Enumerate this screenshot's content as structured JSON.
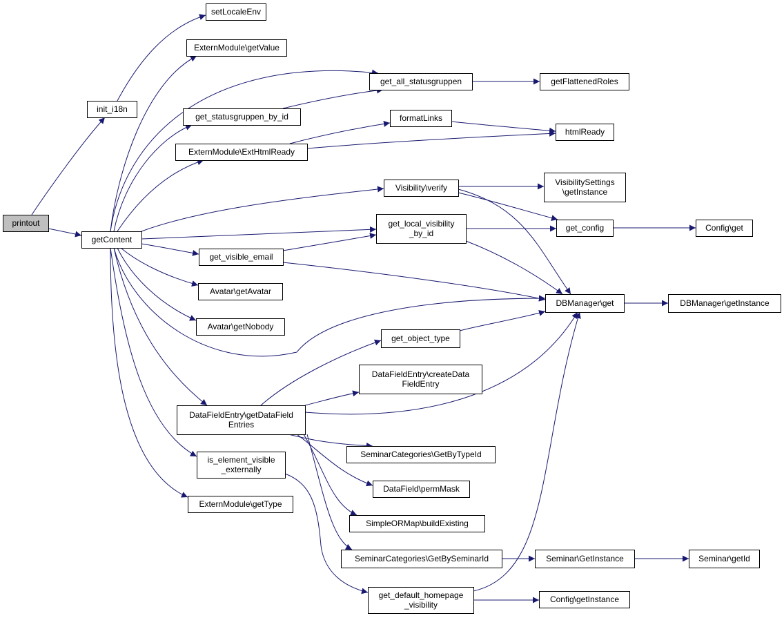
{
  "graph": {
    "type": "call-graph",
    "colors": {
      "edge": "#191970",
      "node_fill": "#ffffff",
      "root_fill": "#bfbfbf",
      "node_stroke": "#000000"
    },
    "nodes": [
      {
        "id": "printout",
        "lines": [
          "printout"
        ],
        "root": true
      },
      {
        "id": "getContent",
        "lines": [
          "getContent"
        ]
      },
      {
        "id": "init_i18n",
        "lines": [
          "init_i18n"
        ]
      },
      {
        "id": "setLocaleEnv",
        "lines": [
          "setLocaleEnv"
        ]
      },
      {
        "id": "ext_getValue",
        "lines": [
          "ExternModule\\getValue"
        ]
      },
      {
        "id": "get_all_statusgruppen",
        "lines": [
          "get_all_statusgruppen"
        ]
      },
      {
        "id": "getFlattenedRoles",
        "lines": [
          "getFlattenedRoles"
        ]
      },
      {
        "id": "get_statusgruppen_by_id",
        "lines": [
          "get_statusgruppen_by_id"
        ]
      },
      {
        "id": "formatLinks",
        "lines": [
          "formatLinks"
        ]
      },
      {
        "id": "htmlReady",
        "lines": [
          "htmlReady"
        ]
      },
      {
        "id": "ext_ExtHtmlReady",
        "lines": [
          "ExternModule\\ExtHtmlReady"
        ]
      },
      {
        "id": "vis_verify",
        "lines": [
          "Visibility\\verify"
        ]
      },
      {
        "id": "visSettings_getInstance",
        "lines": [
          "VisibilitySettings",
          "\\getInstance"
        ]
      },
      {
        "id": "get_local_visibility_by_id",
        "lines": [
          "get_local_visibility",
          "_by_id"
        ]
      },
      {
        "id": "get_config",
        "lines": [
          "get_config"
        ]
      },
      {
        "id": "config_get",
        "lines": [
          "Config\\get"
        ]
      },
      {
        "id": "get_visible_email",
        "lines": [
          "get_visible_email"
        ]
      },
      {
        "id": "avatar_getAvatar",
        "lines": [
          "Avatar\\getAvatar"
        ]
      },
      {
        "id": "dbmanager_get",
        "lines": [
          "DBManager\\get"
        ]
      },
      {
        "id": "dbmanager_getInstance",
        "lines": [
          "DBManager\\getInstance"
        ]
      },
      {
        "id": "avatar_getNobody",
        "lines": [
          "Avatar\\getNobody"
        ]
      },
      {
        "id": "get_object_type",
        "lines": [
          "get_object_type"
        ]
      },
      {
        "id": "dfe_createDataFieldEntry",
        "lines": [
          "DataFieldEntry\\createData",
          "FieldEntry"
        ]
      },
      {
        "id": "dfe_getDataFieldEntries",
        "lines": [
          "DataFieldEntry\\getDataField",
          "Entries"
        ]
      },
      {
        "id": "semcat_getByTypeId",
        "lines": [
          "SeminarCategories\\GetByTypeId"
        ]
      },
      {
        "id": "is_element_visible_externally",
        "lines": [
          "is_element_visible",
          "_externally"
        ]
      },
      {
        "id": "datafield_permMask",
        "lines": [
          "DataField\\permMask"
        ]
      },
      {
        "id": "ext_getType",
        "lines": [
          "ExternModule\\getType"
        ]
      },
      {
        "id": "simpleormap_buildExisting",
        "lines": [
          "SimpleORMap\\buildExisting"
        ]
      },
      {
        "id": "semcat_getBySeminarId",
        "lines": [
          "SeminarCategories\\GetBySeminarId"
        ]
      },
      {
        "id": "seminar_getInstance",
        "lines": [
          "Seminar\\GetInstance"
        ]
      },
      {
        "id": "seminar_getId",
        "lines": [
          "Seminar\\getId"
        ]
      },
      {
        "id": "get_default_homepage_visibility",
        "lines": [
          "get_default_homepage",
          "_visibility"
        ]
      },
      {
        "id": "config_getInstance",
        "lines": [
          "Config\\getInstance"
        ]
      }
    ],
    "edges": [
      [
        "printout",
        "getContent"
      ],
      [
        "printout",
        "init_i18n"
      ],
      [
        "init_i18n",
        "setLocaleEnv"
      ],
      [
        "getContent",
        "ext_getValue"
      ],
      [
        "getContent",
        "get_all_statusgruppen"
      ],
      [
        "getContent",
        "get_statusgruppen_by_id"
      ],
      [
        "getContent",
        "ext_ExtHtmlReady"
      ],
      [
        "getContent",
        "vis_verify"
      ],
      [
        "getContent",
        "get_local_visibility_by_id"
      ],
      [
        "getContent",
        "get_visible_email"
      ],
      [
        "getContent",
        "avatar_getAvatar"
      ],
      [
        "getContent",
        "avatar_getNobody"
      ],
      [
        "getContent",
        "dbmanager_get"
      ],
      [
        "getContent",
        "dfe_getDataFieldEntries"
      ],
      [
        "getContent",
        "is_element_visible_externally"
      ],
      [
        "getContent",
        "ext_getType"
      ],
      [
        "get_all_statusgruppen",
        "getFlattenedRoles"
      ],
      [
        "get_statusgruppen_by_id",
        "get_all_statusgruppen"
      ],
      [
        "ext_ExtHtmlReady",
        "formatLinks"
      ],
      [
        "ext_ExtHtmlReady",
        "htmlReady"
      ],
      [
        "formatLinks",
        "htmlReady"
      ],
      [
        "vis_verify",
        "visSettings_getInstance"
      ],
      [
        "vis_verify",
        "get_config"
      ],
      [
        "vis_verify",
        "dbmanager_get"
      ],
      [
        "get_local_visibility_by_id",
        "get_config"
      ],
      [
        "get_local_visibility_by_id",
        "dbmanager_get"
      ],
      [
        "get_config",
        "config_get"
      ],
      [
        "get_visible_email",
        "get_local_visibility_by_id"
      ],
      [
        "get_visible_email",
        "dbmanager_get"
      ],
      [
        "dbmanager_get",
        "dbmanager_getInstance"
      ],
      [
        "get_object_type",
        "dbmanager_get"
      ],
      [
        "dfe_getDataFieldEntries",
        "get_object_type"
      ],
      [
        "dfe_getDataFieldEntries",
        "dfe_createDataFieldEntry"
      ],
      [
        "dfe_getDataFieldEntries",
        "dbmanager_get"
      ],
      [
        "dfe_getDataFieldEntries",
        "semcat_getByTypeId"
      ],
      [
        "dfe_getDataFieldEntries",
        "datafield_permMask"
      ],
      [
        "dfe_getDataFieldEntries",
        "simpleormap_buildExisting"
      ],
      [
        "dfe_getDataFieldEntries",
        "semcat_getBySeminarId"
      ],
      [
        "is_element_visible_externally",
        "get_default_homepage_visibility"
      ],
      [
        "semcat_getBySeminarId",
        "seminar_getInstance"
      ],
      [
        "seminar_getInstance",
        "seminar_getId"
      ],
      [
        "get_default_homepage_visibility",
        "dbmanager_get"
      ],
      [
        "get_default_homepage_visibility",
        "config_getInstance"
      ]
    ]
  }
}
